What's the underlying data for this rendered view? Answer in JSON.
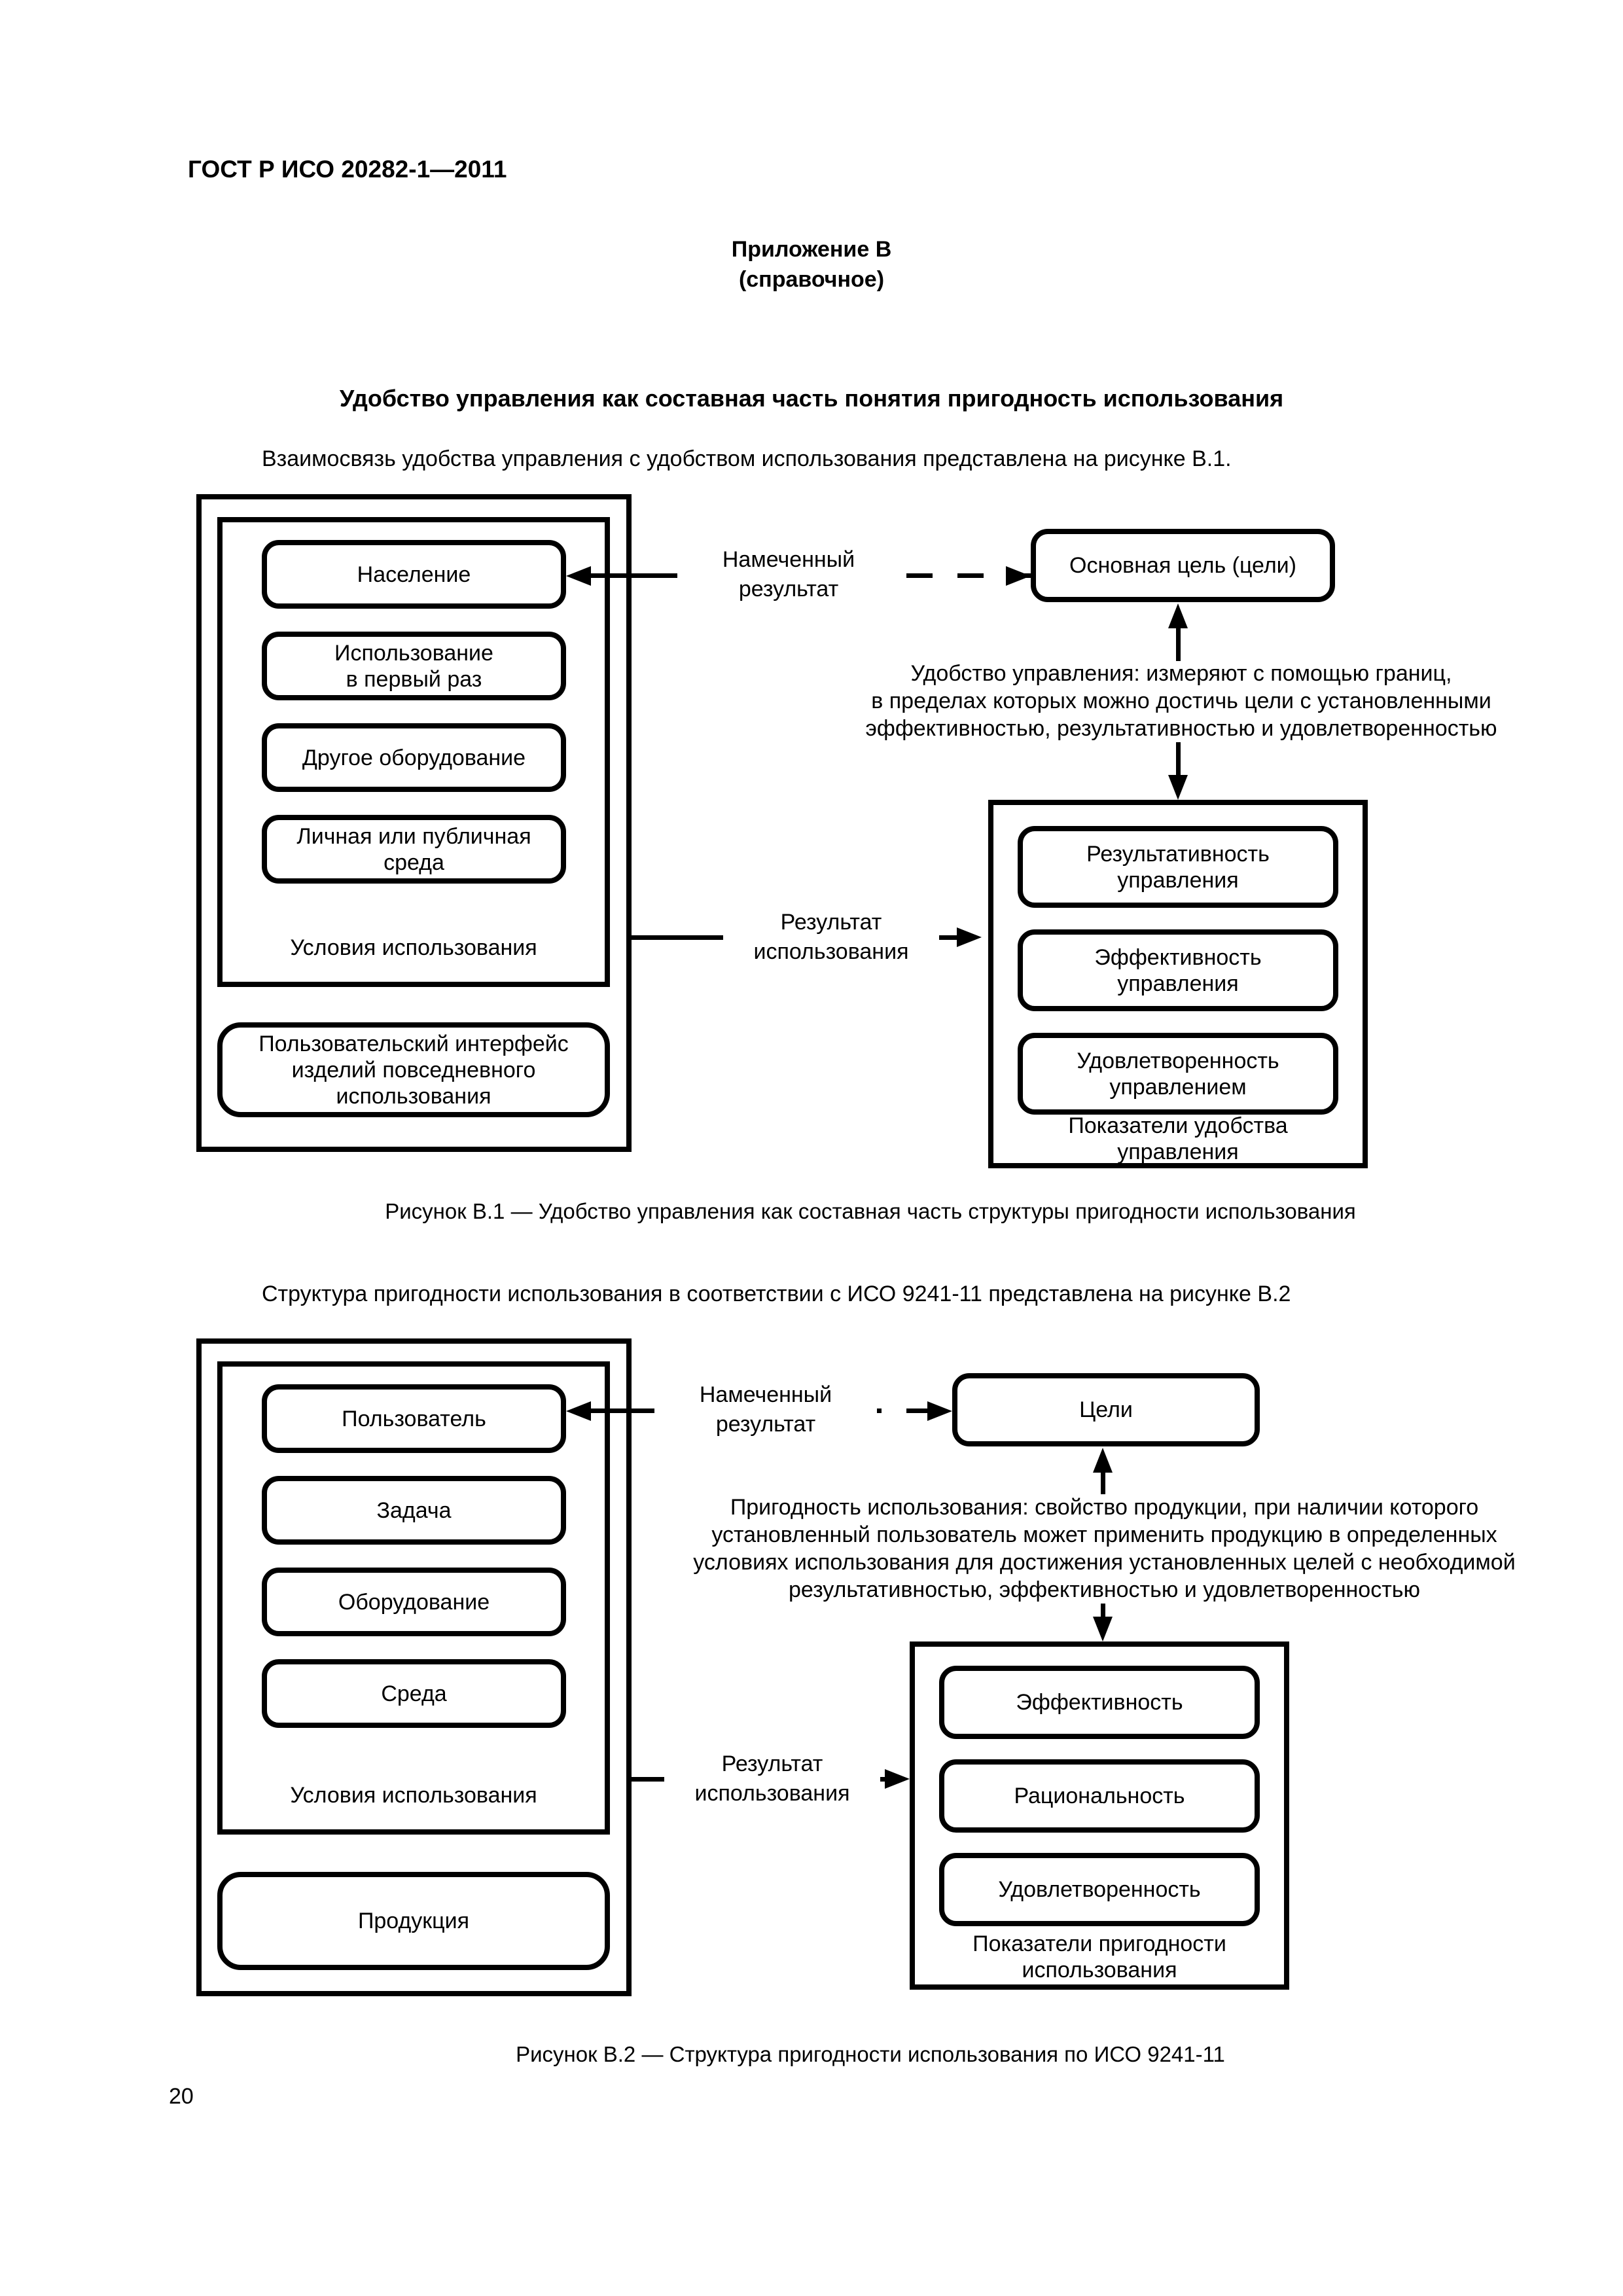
{
  "header": {
    "doc_code": "ГОСТ Р ИСО 20282-1—2011",
    "page_number": "20"
  },
  "appendix": {
    "label": "Приложение В",
    "type": "(справочное)"
  },
  "section_title": "Удобство управления как составная часть понятия пригодность использования",
  "paragraphs": {
    "p1": "Взаимосвязь удобства управления с удобством использования представлена на рисунке В.1.",
    "p2": "Структура пригодности использования в соответствии с ИСО 9241-11 представлена на рисунке В.2"
  },
  "fig1": {
    "context_boxes": [
      "Население",
      "Использование\nв первый раз",
      "Другое оборудование",
      "Личная или публичная\nсреда"
    ],
    "context_label": "Условия использования",
    "product_box": "Пользовательский интерфейс\nизделий повседневного\nиспользования",
    "goal_box": "Основная цель (цели)",
    "intended_result": "Намеченный\nрезультат",
    "definition": "Удобство управления: измеряют с помощью границ,\nв пределах которых можно достичь цели с установленными\nэффективностью, результативностью и удовлетворенностью",
    "usage_result": "Результат\nиспользования",
    "measure_boxes": [
      "Результативность\nуправления",
      "Эффективность\nуправления",
      "Удовлетворенность\nуправлением"
    ],
    "measures_label": "Показатели удобства\nуправления",
    "caption": "Рисунок В.1 — Удобство управления как составная часть структуры пригодности использования"
  },
  "fig2": {
    "context_boxes": [
      "Пользователь",
      "Задача",
      "Оборудование",
      "Среда"
    ],
    "context_label": "Условия использования",
    "product_box": "Продукция",
    "goal_box": "Цели",
    "intended_result": "Намеченный\nрезультат",
    "definition": "Пригодность использования: свойство продукции, при наличии которого\nустановленный пользователь может применить продукцию в определенных\nусловиях использования для достижения установленных целей с необходимой\nрезультативностью, эффективностью и удовлетворенностью",
    "usage_result": "Результат\nиспользования",
    "measure_boxes": [
      "Эффективность",
      "Рациональность",
      "Удовлетворенность"
    ],
    "measures_label": "Показатели пригодности\nиспользования",
    "caption": "Рисунок В.2 — Структура пригодности использования по ИСО 9241-11"
  }
}
